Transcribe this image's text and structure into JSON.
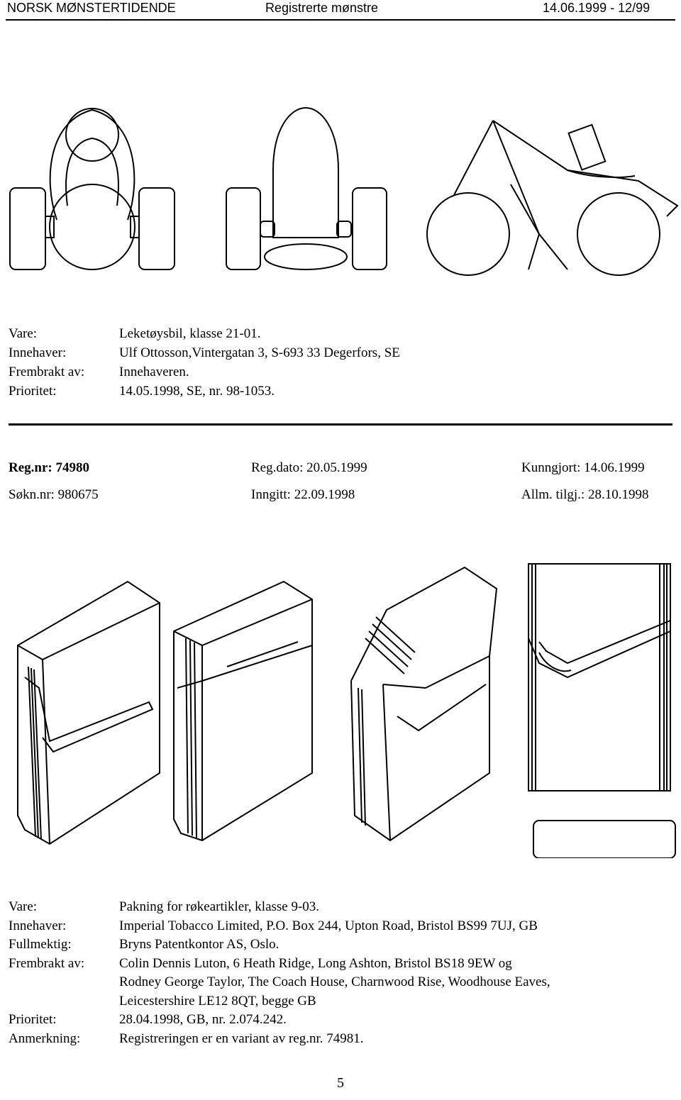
{
  "header": {
    "publication": "NORSK MØNSTERTIDENDE",
    "section": "Registrerte mønstre",
    "issue": "14.06.1999 - 12/99"
  },
  "entry1": {
    "fields": [
      {
        "label": "Vare:",
        "value": "Leketøysbil, klasse 21-01."
      },
      {
        "label": "Innehaver:",
        "value": "Ulf Ottosson,Vintergatan 3, S-693 33 Degerfors, SE"
      },
      {
        "label": "Frembrakt av:",
        "value": "Innehaveren."
      },
      {
        "label": "Prioritet:",
        "value": "14.05.1998, SE, nr. 98-1053."
      }
    ]
  },
  "entry2": {
    "reg_nr": "Reg.nr: 74980",
    "reg_dato": "Reg.dato: 20.05.1999",
    "kunngjort": "Kunngjort: 14.06.1999",
    "sokn_nr": "Søkn.nr: 980675",
    "inngitt": "Inngitt: 22.09.1998",
    "allm_tilgj": "Allm. tilgj.: 28.10.1998",
    "fields": [
      {
        "label": "Vare:",
        "value": "Pakning for røkeartikler, klasse 9-03."
      },
      {
        "label": "Innehaver:",
        "value": "Imperial Tobacco Limited, P.O. Box 244, Upton Road, Bristol BS99 7UJ, GB"
      },
      {
        "label": "Fullmektig:",
        "value": "Bryns Patentkontor AS, Oslo."
      },
      {
        "label": "Frembrakt av:",
        "value": "Colin Dennis Luton, 6 Heath Ridge, Long Ashton, Bristol BS18 9EW og"
      },
      {
        "label": "",
        "value": "Rodney George Taylor, The Coach House, Charnwood Rise, Woodhouse Eaves,"
      },
      {
        "label": "",
        "value": "Leicestershire LE12 8QT, begge GB"
      },
      {
        "label": "Prioritet:",
        "value": "28.04.1998, GB, nr. 2.074.242."
      },
      {
        "label": "Anmerkning:",
        "value": "Registreringen er en variant av reg.nr. 74981."
      }
    ]
  },
  "page_number": "5"
}
